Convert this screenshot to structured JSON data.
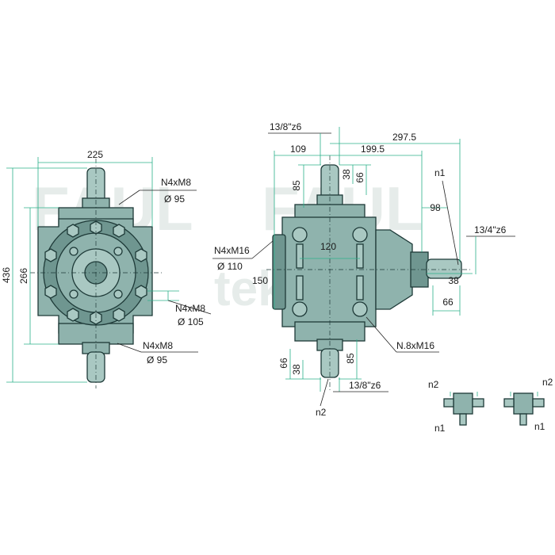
{
  "watermark": {
    "line1": "FAUL",
    "line2": "teknik"
  },
  "left_view": {
    "width_label": "225",
    "height_total_label": "436",
    "height_inner_label": "266",
    "top_flange": {
      "thread": "N4xM8",
      "diameter": "Ø 95"
    },
    "mid_flange": {
      "thread": "N4xM8",
      "diameter": "Ø 105"
    },
    "bottom_flange": {
      "thread": "N4xM8",
      "diameter": "Ø 95"
    }
  },
  "right_view": {
    "top_shaft_spec": "13/8\"z6",
    "dim_109": "109",
    "dim_199_5": "199.5",
    "dim_297_5": "297.5",
    "dim_85_top": "85",
    "dim_38_top": "38",
    "dim_66_top": "66",
    "dim_98": "98",
    "dim_120": "120",
    "dim_150": "150",
    "side_flange": {
      "thread": "N4xM16",
      "diameter": "Ø 110"
    },
    "side_shaft_spec": "13/4\"z6",
    "dim_38_side": "38",
    "dim_66_side": "66",
    "n1_label": "n1",
    "bottom_holes": "N.8xM16",
    "dim_66_bottom": "66",
    "dim_38_bottom": "38",
    "dim_85_bottom": "85",
    "bottom_shaft_spec": "13/8\"z6",
    "n2_label": "n2"
  },
  "rotation_diagrams": [
    {
      "n2": "n2",
      "n1": "n1"
    },
    {
      "n2": "n2",
      "n1": "n1"
    }
  ]
}
